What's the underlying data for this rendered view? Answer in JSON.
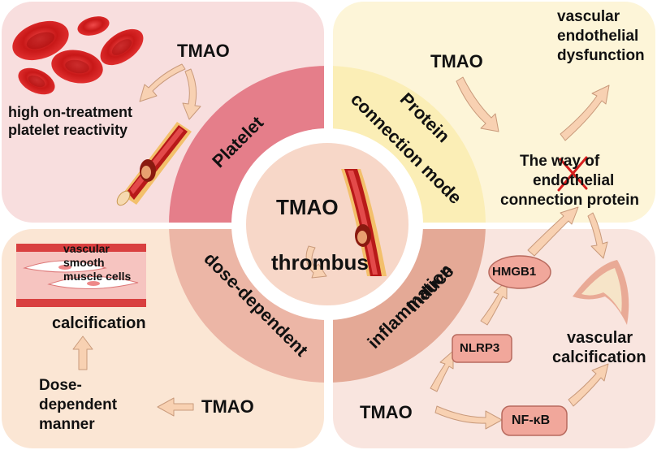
{
  "center": {
    "tmao": "TMAO",
    "thrombus": "thrombus"
  },
  "ring": {
    "platelet": "Platelet",
    "protein_line1": "Protein",
    "protein_line2": "connection mode",
    "dose": "dose-dependent",
    "inflam_line1": "Induce",
    "inflam_line2": "inflammation"
  },
  "platelet_panel": {
    "tmao": "TMAO",
    "reactivity_line1": "high on-treatment",
    "reactivity_line2": "platelet reactivity"
  },
  "protein_panel": {
    "tmao": "TMAO",
    "dysfunction_line1": "vascular",
    "dysfunction_line2": "endothelial",
    "dysfunction_line3": "dysfunction",
    "way_line1": "The way of",
    "way_line2": "endothelial",
    "way_line3": "connection protein"
  },
  "dose_panel": {
    "cells_line1": "vascular",
    "cells_line2": "smooth",
    "cells_line3": "muscle cells",
    "calcification": "calcification",
    "dose_line1": "Dose-",
    "dose_line2": "dependent",
    "dose_line3": "manner",
    "tmao": "TMAO"
  },
  "inflam_panel": {
    "hmgb1": "HMGB1",
    "nlrp3": "NLRP3",
    "nfkb": "NF-κB",
    "tmao": "TMAO",
    "calc_line1": "vascular",
    "calc_line2": "calcification"
  },
  "colors": {
    "platelet_panel_bg": "#f8dede",
    "protein_panel_bg": "#fdf5d8",
    "dose_panel_bg": "#fbe6d4",
    "inflam_panel_bg": "#f9e5df",
    "platelet_band": "#e57e8a",
    "protein_band": "#fbeeb6",
    "dose_band": "#ecb6a6",
    "inflam_band": "#e4a996",
    "center_disc": "#f7d7c8",
    "arrow_fill": "#f8d1b2",
    "arrow_stroke": "#c99a7b",
    "box_fill": "#f1a79b",
    "red_blood": "#d81e1e"
  }
}
